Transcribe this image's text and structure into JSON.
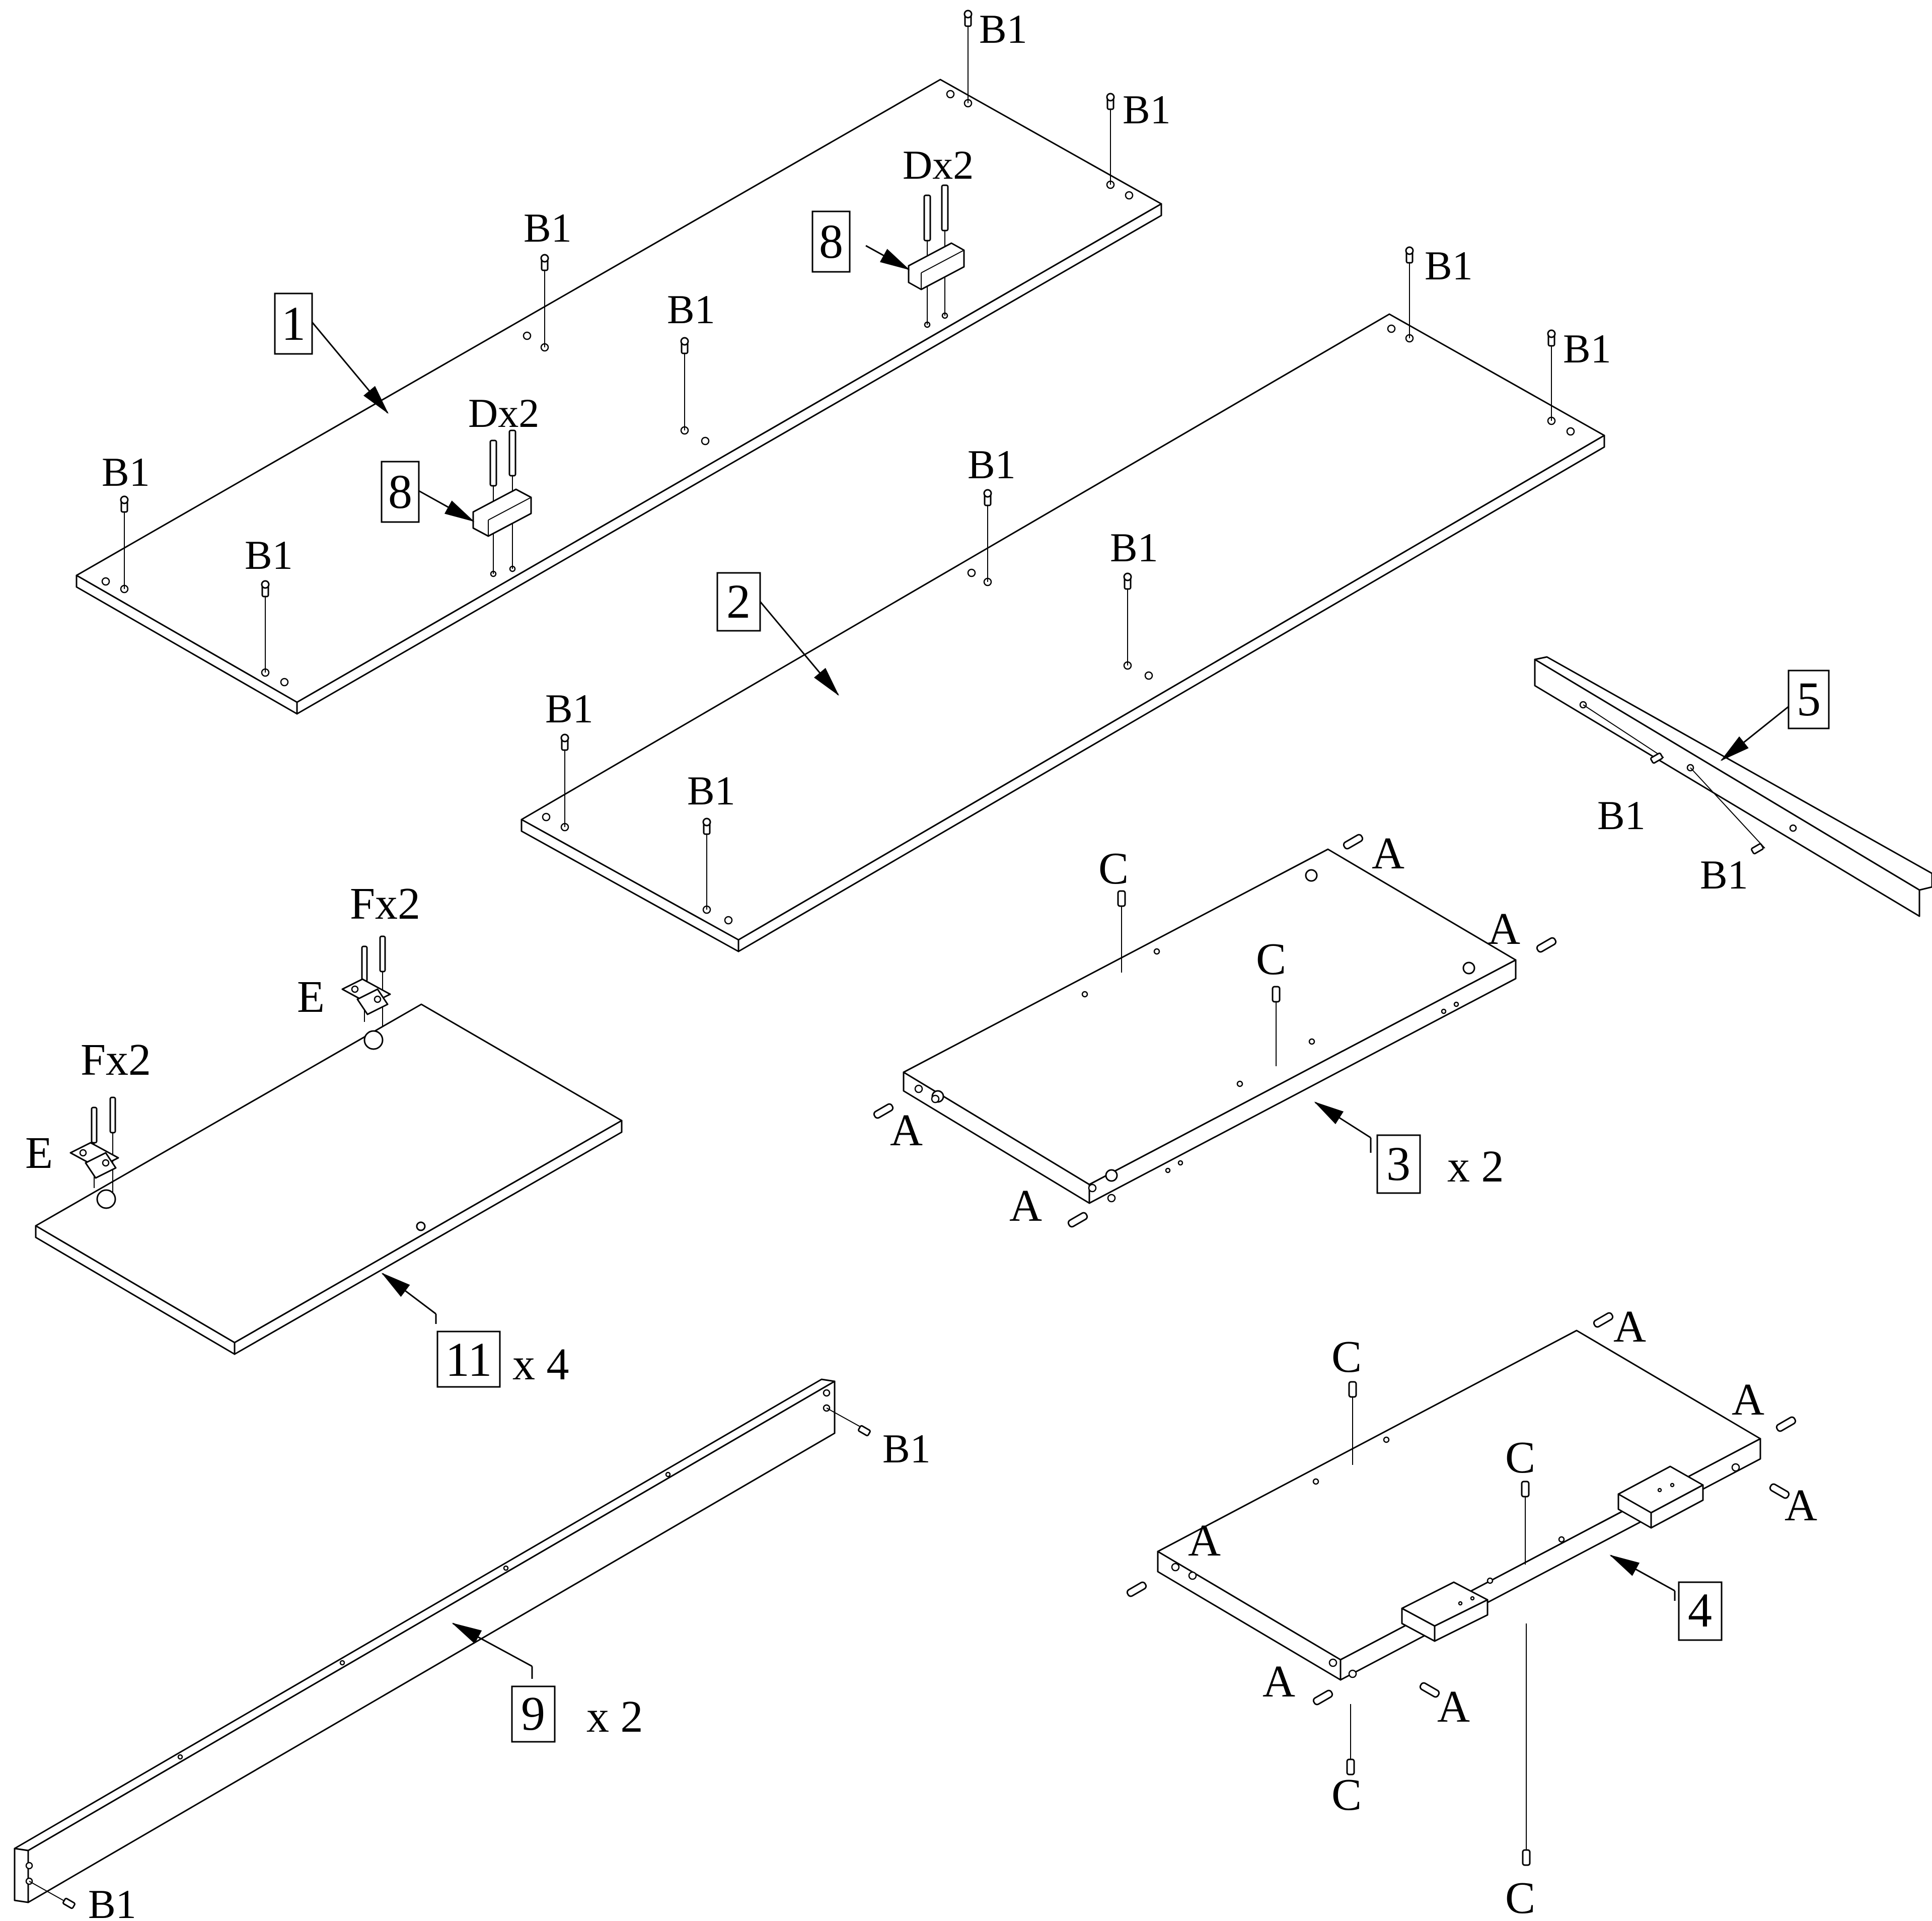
{
  "hardware_labels": {
    "b1": "B1",
    "dx2": "Dx2",
    "fx2": "Fx2",
    "e": "E",
    "a": "A",
    "c": "C"
  },
  "part_numbers": {
    "p1": "1",
    "p2": "2",
    "p3": "3",
    "p4": "4",
    "p5": "5",
    "p8": "8",
    "p9": "9",
    "p11": "11"
  },
  "quantities": {
    "p3": "x 2",
    "p9": "x 2",
    "p11": "x 4"
  }
}
